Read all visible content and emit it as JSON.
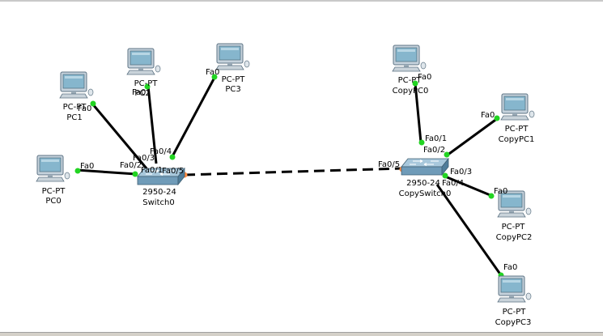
{
  "colors": {
    "link": "#000000",
    "port_up": "#22d422",
    "port_trunk": "#ff8c42",
    "pc_body": "#b8c6d0",
    "pc_screen": "#7fb0c8",
    "switch_body": "#7aa6c2"
  },
  "devices": [
    {
      "id": "pc0",
      "icon": "pc-icon",
      "type_label": "PC-PT",
      "name": "PC0"
    },
    {
      "id": "pc1",
      "icon": "pc-icon",
      "type_label": "PC-PT",
      "name": "PC1"
    },
    {
      "id": "pc2",
      "icon": "pc-icon",
      "type_label": "PC-PT",
      "name": "PC2"
    },
    {
      "id": "pc3",
      "icon": "pc-icon",
      "type_label": "PC-PT",
      "name": "PC3"
    },
    {
      "id": "switch0",
      "icon": "switch-icon",
      "type_label": "2950-24",
      "name": "Switch0"
    },
    {
      "id": "copyswitch0",
      "icon": "switch-icon",
      "type_label": "2950-24",
      "name": "CopySwitch0"
    },
    {
      "id": "copypc0",
      "icon": "pc-icon",
      "type_label": "PC-PT",
      "name": "CopyPC0"
    },
    {
      "id": "copypc1",
      "icon": "pc-icon",
      "type_label": "PC-PT",
      "name": "CopyPC1"
    },
    {
      "id": "copypc2",
      "icon": "pc-icon",
      "type_label": "PC-PT",
      "name": "CopyPC2"
    },
    {
      "id": "copypc3",
      "icon": "pc-icon",
      "type_label": "PC-PT",
      "name": "CopyPC3"
    }
  ],
  "links": [
    {
      "from": "pc0",
      "from_port": "Fa0",
      "to": "switch0",
      "to_port": "Fa0/2",
      "style": "solid"
    },
    {
      "from": "pc1",
      "from_port": "Fa0",
      "to": "switch0",
      "to_port": "Fa0/3",
      "style": "solid"
    },
    {
      "from": "pc2",
      "from_port": "Fa0",
      "to": "switch0",
      "to_port": "Fa0/1",
      "style": "solid"
    },
    {
      "from": "pc3",
      "from_port": "Fa0",
      "to": "switch0",
      "to_port": "Fa0/4",
      "style": "solid"
    },
    {
      "from": "switch0",
      "from_port": "Fa0/5",
      "to": "copyswitch0",
      "to_port": "Fa0/5",
      "style": "dashed"
    },
    {
      "from": "copypc0",
      "from_port": "Fa0",
      "to": "copyswitch0",
      "to_port": "Fa0/1",
      "style": "solid"
    },
    {
      "from": "copypc1",
      "from_port": "Fa0",
      "to": "copyswitch0",
      "to_port": "Fa0/2",
      "style": "solid"
    },
    {
      "from": "copypc2",
      "from_port": "Fa0",
      "to": "copyswitch0",
      "to_port": "Fa0/3",
      "style": "solid"
    },
    {
      "from": "copypc3",
      "from_port": "Fa0",
      "to": "copyswitch0",
      "to_port": "Fa0/4",
      "style": "solid"
    }
  ]
}
